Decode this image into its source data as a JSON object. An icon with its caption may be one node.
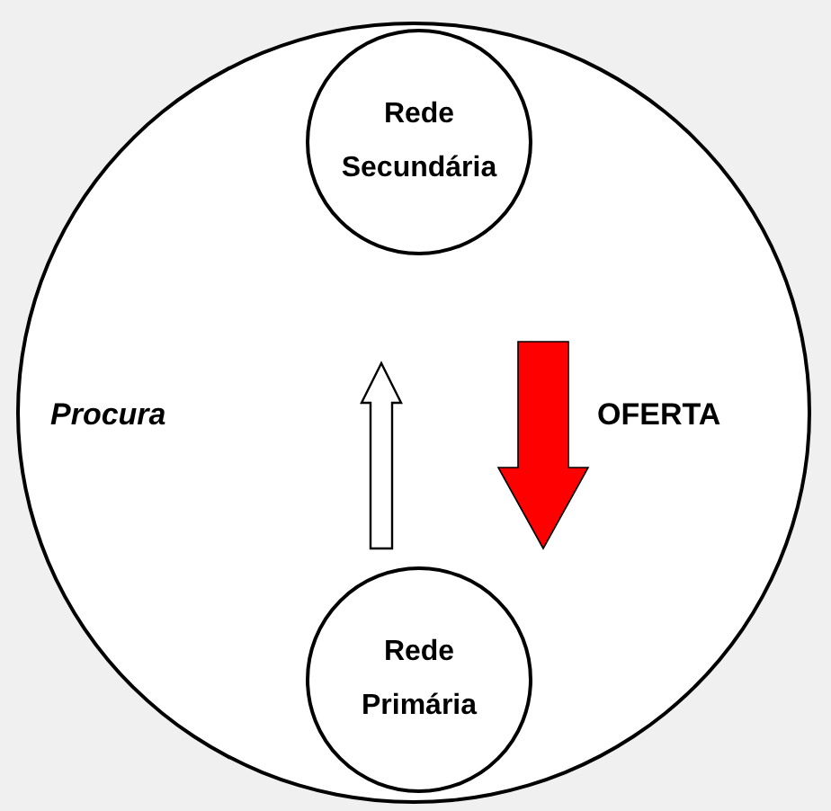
{
  "diagram": {
    "nodes": [
      {
        "text": [],
        "shape": "circle"
      },
      {
        "text": [
          "Rede Secundária"
        ],
        "in": 0
      },
      {
        "text": [
          "Rede Primária"
        ],
        "in": 0
      }
    ],
    "edges": [
      {
        "from": 2,
        "to": 1,
        "arrow": "to"
      },
      {
        "from": 1,
        "to": 2,
        "arrow": "to",
        "style": "thick",
        "color": "#ff0000"
      }
    ],
    "labels": [
      "Procura",
      "OFERTA"
    ]
  }
}
